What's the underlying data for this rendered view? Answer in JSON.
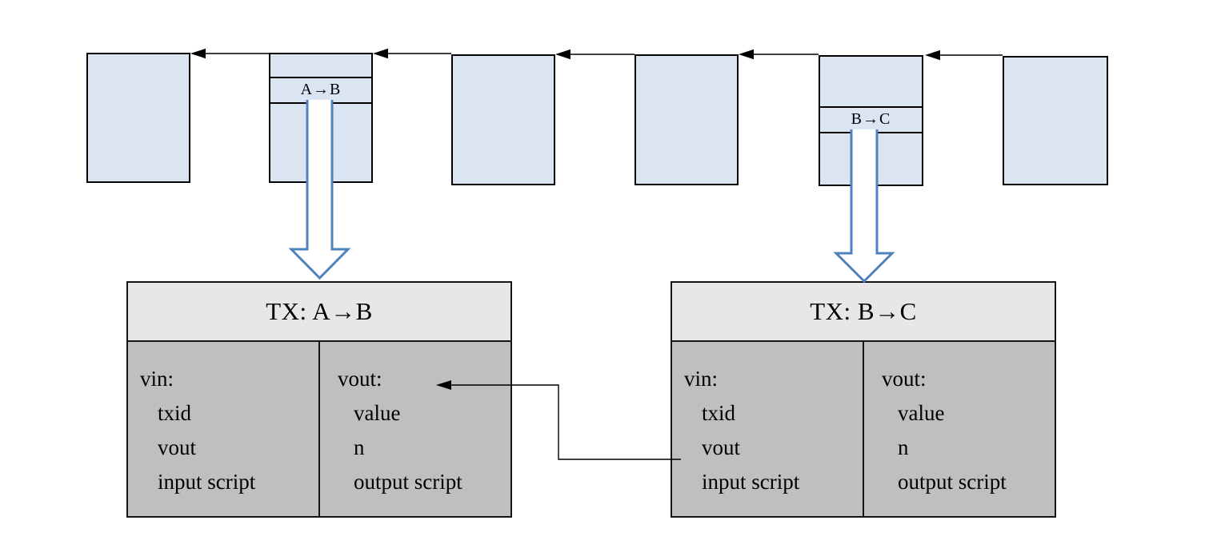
{
  "blockchain": {
    "blocks": [
      {
        "label": ""
      },
      {
        "label": "A→B"
      },
      {
        "label": ""
      },
      {
        "label": ""
      },
      {
        "label": "B→C"
      },
      {
        "label": ""
      }
    ]
  },
  "transactions": [
    {
      "title": "TX: A→B",
      "vin": {
        "header": "vin:",
        "items": [
          "txid",
          "vout",
          "input script"
        ]
      },
      "vout": {
        "header": "vout:",
        "items": [
          "value",
          "n",
          "output script"
        ]
      }
    },
    {
      "title": "TX: B→C",
      "vin": {
        "header": "vin:",
        "items": [
          "txid",
          "vout",
          "input script"
        ]
      },
      "vout": {
        "header": "vout:",
        "items": [
          "value",
          "n",
          "output script"
        ]
      }
    }
  ],
  "colors": {
    "block_fill": "#dbe5f1",
    "tx_header_fill": "#e7e7e7",
    "tx_body_fill": "#bfbfbf",
    "big_arrow_stroke": "#4f81bd",
    "line_color": "#000000"
  }
}
